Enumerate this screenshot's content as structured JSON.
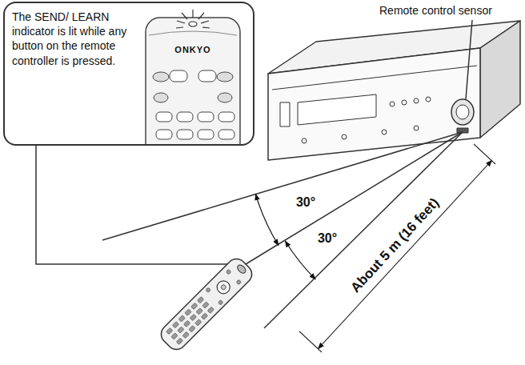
{
  "diagram": {
    "nodes": [
      {
        "text": [
          "The SEND/ LEARN indicator is lit while any button on the remote controller is pressed."
        ]
      }
    ],
    "labels": [
      "ONKYO",
      "Remote control sensor",
      "30°",
      "30°",
      "About 5 m (16 feet)"
    ]
  }
}
